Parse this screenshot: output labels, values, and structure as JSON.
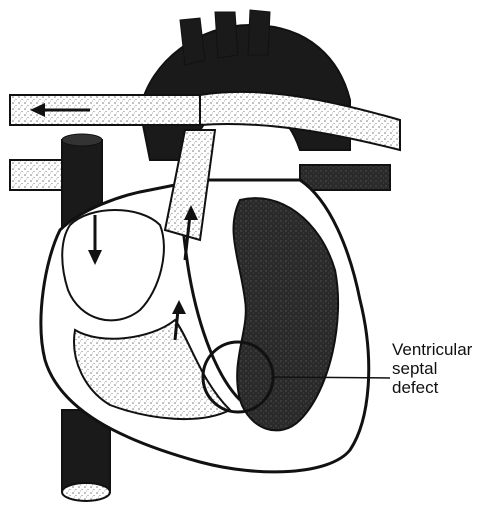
{
  "diagram": {
    "callout_lines": [
      "Ventricular",
      "septal",
      "defect"
    ],
    "ink_color": "#111111",
    "dark_fill": "#1a1a1a",
    "paper_color": "#ffffff",
    "stipple_color": "#9a9a9a"
  }
}
